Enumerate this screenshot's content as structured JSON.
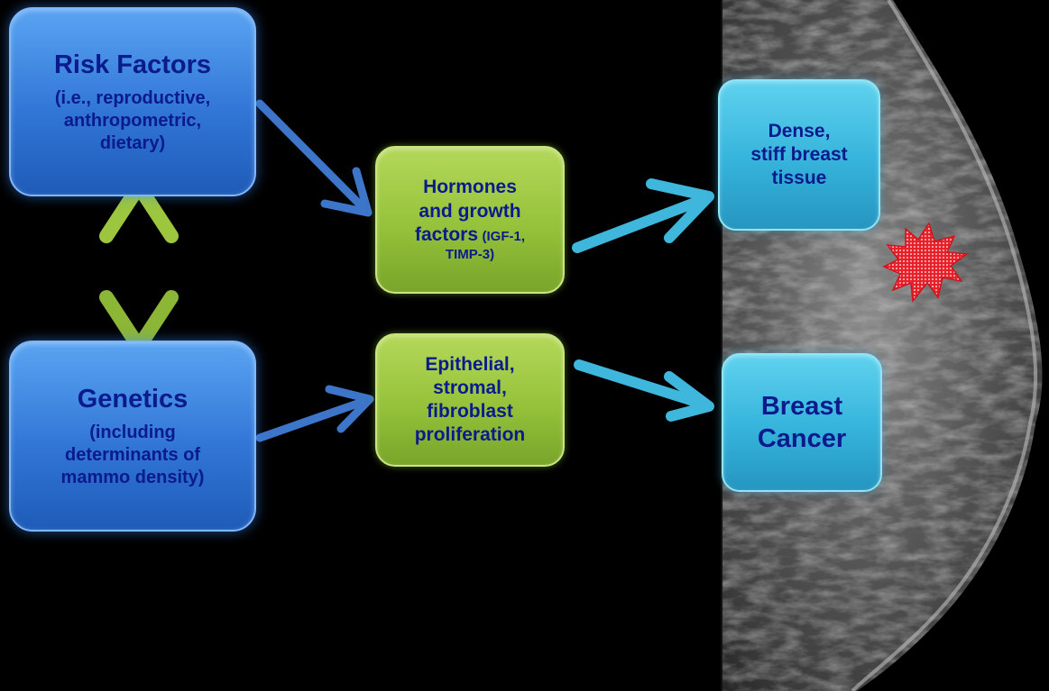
{
  "nodes": {
    "risk_factors": {
      "title": "Risk Factors",
      "detail_lines": [
        "(i.e., reproductive,",
        "anthropometric,",
        "dietary)"
      ]
    },
    "genetics": {
      "title": "Genetics",
      "detail_lines": [
        "(including",
        "determinants of",
        "mammo density)"
      ]
    },
    "hormones": {
      "lines": [
        "Hormones",
        "and growth"
      ],
      "last_line_main": "factors",
      "last_line_small": "(IGF-1,",
      "extra_small": "TIMP-3)"
    },
    "proliferation": {
      "lines": [
        "Epithelial,",
        "stromal,",
        "fibroblast",
        "proliferation"
      ]
    },
    "dense_tissue": {
      "lines": [
        "Dense,",
        "stiff breast",
        "tissue"
      ]
    },
    "breast_cancer": {
      "lines": [
        "Breast",
        "Cancer"
      ]
    }
  },
  "colors": {
    "blue_box": "#3176d6",
    "green_box": "#95c23a",
    "cyan_box": "#35b3db",
    "text": "#0b1a8c",
    "tumor_marker": "#e8202a"
  }
}
